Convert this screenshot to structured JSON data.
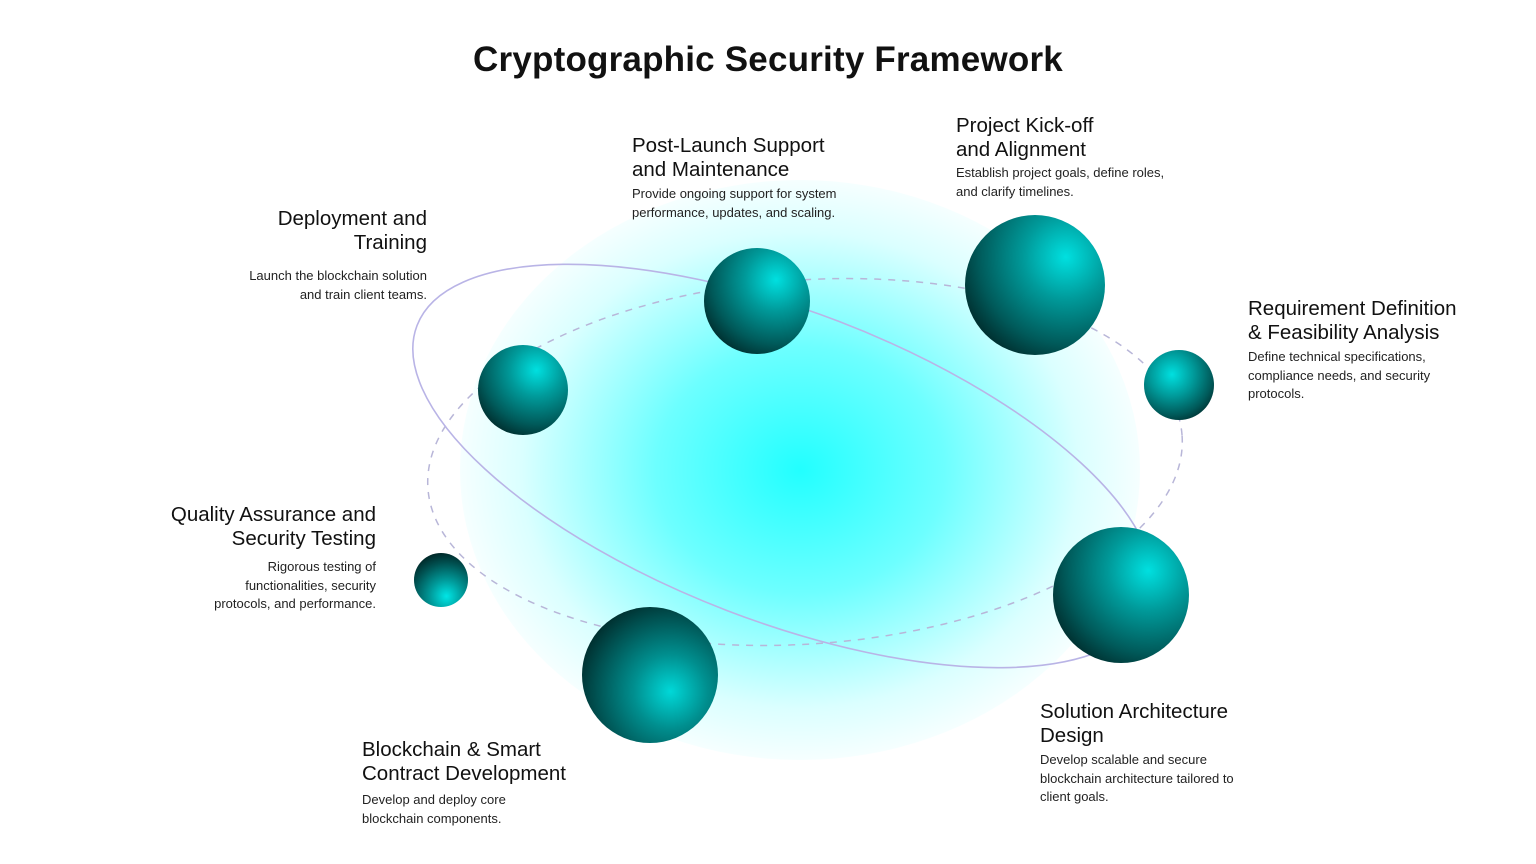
{
  "title": "Cryptographic Security Framework",
  "colors": {
    "accent": "#22ffff",
    "sphere_dark": "#000000",
    "sphere_mid": "#007a7a",
    "orbit_solid": "#b9b4e6",
    "orbit_dashed": "#b8b6d8"
  },
  "stages": [
    {
      "title_line1": "Project Kick-off",
      "title_line2": "and Alignment",
      "description": "Establish project goals, define roles, and clarify timelines."
    },
    {
      "title_line1": "Requirement Definition",
      "title_line2": "& Feasibility Analysis",
      "description": "Define technical specifications, compliance needs, and security protocols."
    },
    {
      "title_line1": "Solution Architecture",
      "title_line2": "Design",
      "description": "Develop scalable and secure blockchain architecture tailored to client goals."
    },
    {
      "title_line1": "Blockchain & Smart",
      "title_line2": "Contract Development",
      "description": "Develop and deploy core blockchain components."
    },
    {
      "title_line1": "Quality Assurance and",
      "title_line2": "Security Testing",
      "description": "Rigorous testing of functionalities, security protocols, and performance."
    },
    {
      "title_line1": "Deployment and",
      "title_line2": "Training",
      "description": "Launch the blockchain solution and train client teams."
    },
    {
      "title_line1": "Post-Launch Support",
      "title_line2": "and Maintenance",
      "description": "Provide ongoing support for system performance, updates, and scaling."
    }
  ]
}
